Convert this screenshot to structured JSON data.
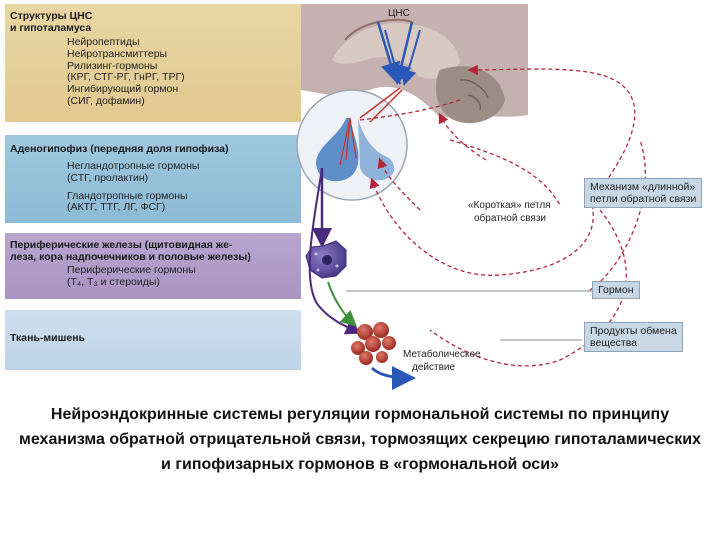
{
  "bands": {
    "cns": {
      "title": "Структуры ЦНС\nи гипоталамуса",
      "items": [
        "Нейропептиды",
        "Нейротрансмиттеры",
        "Рилизинг-гормоны",
        "(КРГ, СТГ-РГ, ГнРГ, ТРГ)",
        "Ингибирующий гормон",
        "(СИГ, дофамин)"
      ]
    },
    "adeno": {
      "title": "Аденогипофиз (передняя доля гипофиза)",
      "items": [
        "Негландотропные гормоны",
        "(СТГ, пролактин)",
        "Гландотропные гормоны",
        "(АКТГ, ТТГ, ЛГ, ФСГ)"
      ]
    },
    "periph": {
      "title": "Периферические железы (щитовидная же-\nлеза, кора надпочечников и половые железы)",
      "items": [
        "Периферические гормоны",
        "(Т₄, Т₃ и стероиды)"
      ]
    },
    "tissue": {
      "title": "Ткань-мишень"
    }
  },
  "diagram_labels": {
    "cns": "ЦНС",
    "short_loop": "«Короткая» петля\nобратной связи",
    "metabolic": "Метаболическое\nдействие"
  },
  "callouts": {
    "long_loop": "Механизм «длинной»\nпетли обратной связи",
    "hormone": "Гормон",
    "products": "Продукты обмена\nвещества"
  },
  "caption": "Нейроэндокринные системы регуляции гормональной системы по принципу механизма обратной отрицательной связи, тормозящих секрецию гипоталамических и гипофизарных гормонов в «гормональной оси»",
  "colors": {
    "feedback_red": "#b3263a",
    "nerve_blue": "#2a58b8",
    "vessel_red": "#c0392b",
    "pituitary_blue": "#5f8ec9",
    "gland_purple": "#6a5aa8",
    "cell_red": "#b03a2e",
    "green_arrow": "#3f8f3a"
  }
}
